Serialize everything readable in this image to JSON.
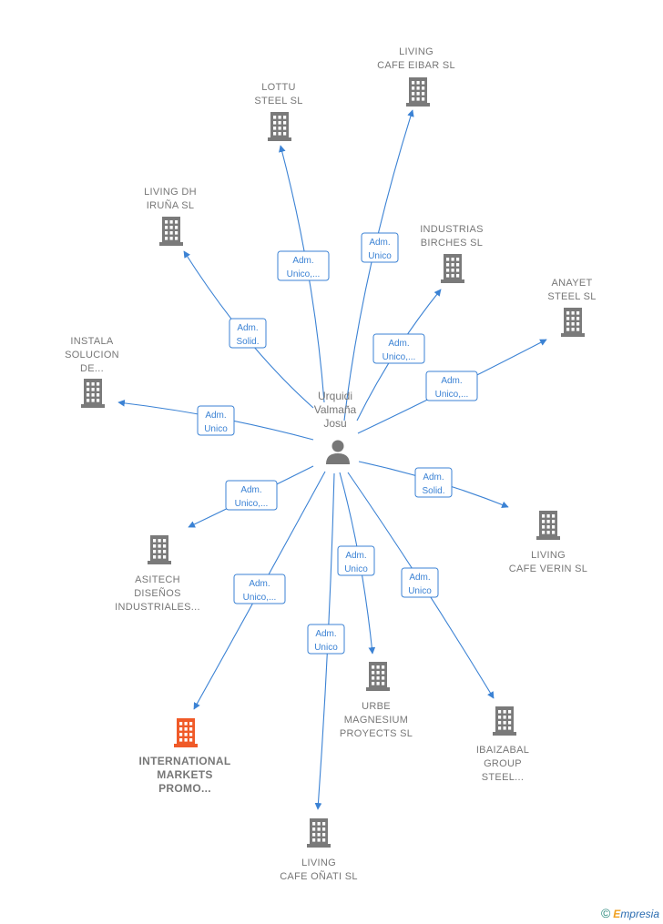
{
  "colors": {
    "edge": "#3b82d4",
    "building": "#7a7a7a",
    "highlight": "#f05a28",
    "label": "#777777"
  },
  "center": {
    "name_lines": [
      "Urquidi",
      "Valmaña",
      "Josu"
    ],
    "icon": "person-icon"
  },
  "nodes": [
    {
      "id": "living-cafe-eibar",
      "lines": [
        "LIVING",
        "CAFE EIBAR SL"
      ],
      "icon": "building-icon",
      "edge": [
        "Adm.",
        "Unico"
      ]
    },
    {
      "id": "lottu-steel",
      "lines": [
        "LOTTU",
        "STEEL  SL"
      ],
      "icon": "building-icon",
      "edge": [
        "Adm.",
        "Unico,..."
      ]
    },
    {
      "id": "living-dh-iruna",
      "lines": [
        "LIVING DH",
        "IRUÑA SL"
      ],
      "icon": "building-icon",
      "edge": [
        "Adm.",
        "Solid."
      ]
    },
    {
      "id": "industrias-birches",
      "lines": [
        "INDUSTRIAS",
        "BIRCHES  SL"
      ],
      "icon": "building-icon",
      "edge": [
        "Adm.",
        "Unico,..."
      ]
    },
    {
      "id": "anayet-steel",
      "lines": [
        "ANAYET",
        "STEEL  SL"
      ],
      "icon": "building-icon",
      "edge": [
        "Adm.",
        "Unico,..."
      ]
    },
    {
      "id": "instala-solucion",
      "lines": [
        "INSTALA",
        "SOLUCION",
        "DE..."
      ],
      "icon": "building-icon",
      "edge": [
        "Adm.",
        "Unico"
      ]
    },
    {
      "id": "living-cafe-verin",
      "lines": [
        "LIVING",
        "CAFE VERIN SL"
      ],
      "icon": "building-icon",
      "edge": [
        "Adm.",
        "Solid."
      ]
    },
    {
      "id": "asitech",
      "lines": [
        "ASITECH",
        "DISEÑOS",
        "INDUSTRIALES..."
      ],
      "icon": "building-icon",
      "edge": [
        "Adm.",
        "Unico,..."
      ]
    },
    {
      "id": "international-markets",
      "lines": [
        "INTERNATIONAL",
        "MARKETS",
        "PROMO..."
      ],
      "icon": "building-icon",
      "highlight": true,
      "edge": [
        "Adm.",
        "Unico,..."
      ]
    },
    {
      "id": "urbe-magnesium",
      "lines": [
        "URBE",
        "MAGNESIUM",
        "PROYECTS SL"
      ],
      "icon": "building-icon",
      "edge": [
        "Adm.",
        "Unico"
      ]
    },
    {
      "id": "ibaizabal-group",
      "lines": [
        "IBAIZABAL",
        "GROUP",
        "STEEL..."
      ],
      "icon": "building-icon",
      "edge": [
        "Adm.",
        "Unico"
      ]
    },
    {
      "id": "living-cafe-onati",
      "lines": [
        "LIVING",
        "CAFE OÑATI SL"
      ],
      "icon": "building-icon",
      "edge": [
        "Adm.",
        "Unico"
      ]
    }
  ],
  "footer": {
    "copyright_symbol": "©",
    "brand_first": "E",
    "brand_rest": "mpresia"
  }
}
